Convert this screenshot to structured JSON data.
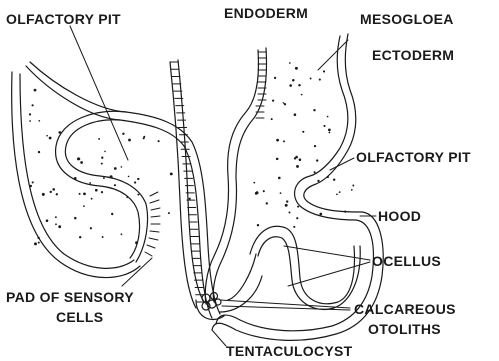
{
  "diagram": {
    "labels": {
      "olfactory_pit_top": "OLFACTORY PIT",
      "endoderm": "ENDODERM",
      "mesogloea": "MESOGLOEA",
      "ectoderm": "ECTODERM",
      "olfactory_pit_right": "OLFACTORY PIT",
      "hood": "HOOD",
      "ocellus": "OCELLUS",
      "pad_line1": "PAD OF SENSORY",
      "pad_line2": "CELLS",
      "calcareous_line1": "CALCAREOUS",
      "calcareous_line2": "OTOLITHS",
      "tentaculocyst": "TENTACULOCYST"
    }
  }
}
